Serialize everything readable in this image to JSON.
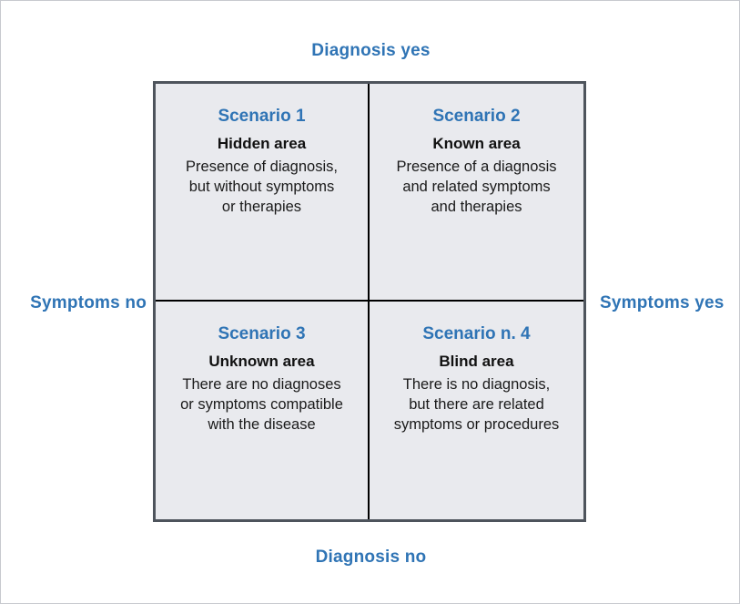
{
  "figure": {
    "type": "2x2-quadrant-matrix",
    "background_color": "#ffffff",
    "cell_fill_color": "#e9eaee",
    "frame_color": "#4e545c",
    "divider_color": "#000000",
    "accent_color": "#2f74b5"
  },
  "axes": {
    "top_label": "Diagnosis yes",
    "bottom_label": "Diagnosis no",
    "left_label": "Symptoms no",
    "right_label": "Symptoms yes"
  },
  "quadrants": [
    {
      "position": "top-left",
      "title": "Scenario 1",
      "subtitle": "Hidden area",
      "description_lines": [
        "Presence of diagnosis,",
        "but without symptoms",
        "or therapies"
      ]
    },
    {
      "position": "top-right",
      "title": "Scenario 2",
      "subtitle": "Known area",
      "description_lines": [
        "Presence of a diagnosis",
        "and related symptoms",
        "and therapies"
      ]
    },
    {
      "position": "bottom-left",
      "title": "Scenario 3",
      "subtitle": "Unknown area",
      "description_lines": [
        "There are no diagnoses",
        "or symptoms compatible",
        "with the disease"
      ]
    },
    {
      "position": "bottom-right",
      "title": "Scenario n. 4",
      "subtitle": "Blind area",
      "description_lines": [
        "There is no diagnosis,",
        "but there are related",
        "symptoms or procedures"
      ]
    }
  ]
}
